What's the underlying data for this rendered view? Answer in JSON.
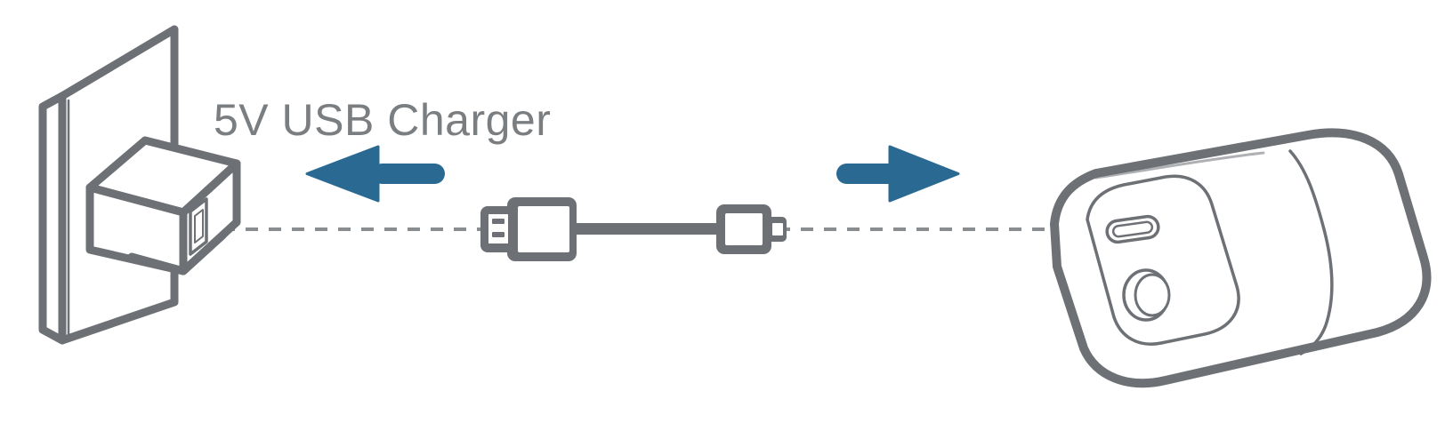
{
  "diagram": {
    "title": "5V USB Charger Connection Diagram",
    "label": "5V USB Charger",
    "background_color": "#ffffff",
    "outline_color": "#6d7074",
    "text_color": "#7b7e81",
    "arrow_color": "#2a6a92",
    "dashed_line_color": "#8a8d90",
    "fill_color": "#ffffff"
  },
  "components": {
    "wall_outlet": {
      "name": "Wall outlet plate",
      "description": "Isometric wall socket faceplate"
    },
    "wall_charger": {
      "name": "USB wall charger",
      "description": "USB power adapter plugged into wall outlet",
      "port_label": "USB-A port"
    },
    "usb_cable": {
      "name": "USB cable",
      "connector_a": "USB-A plug",
      "connector_b": "Micro USB plug"
    },
    "device": {
      "name": "Portable device",
      "port_label": "Micro USB charging port",
      "button_label": "Power button"
    }
  },
  "arrows": {
    "left": {
      "name": "arrow pointing to charger",
      "direction": "left"
    },
    "right": {
      "name": "arrow pointing to device",
      "direction": "right"
    }
  },
  "alignment_guide": {
    "name": "dashed alignment line",
    "style": "dashed"
  }
}
